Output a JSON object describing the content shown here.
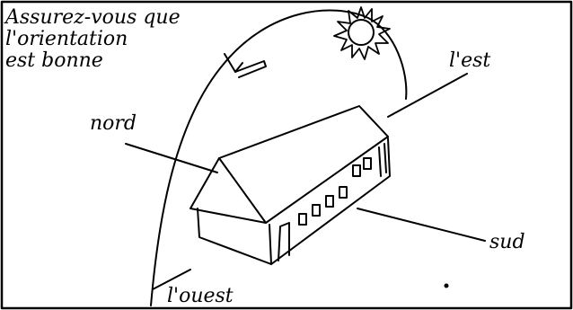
{
  "caption": {
    "line1": "Assurez-vous que",
    "line2": "l'orientation",
    "line3": "est bonne"
  },
  "labels": {
    "east": "l'est",
    "north": "nord",
    "south": "sud",
    "west": "l'ouest"
  },
  "colors": {
    "ink": "#000000",
    "paper": "#ffffff"
  },
  "icons": {
    "sun": "sun-icon",
    "roof_vane": "wind-vane-icon",
    "house": "house-drawing"
  }
}
